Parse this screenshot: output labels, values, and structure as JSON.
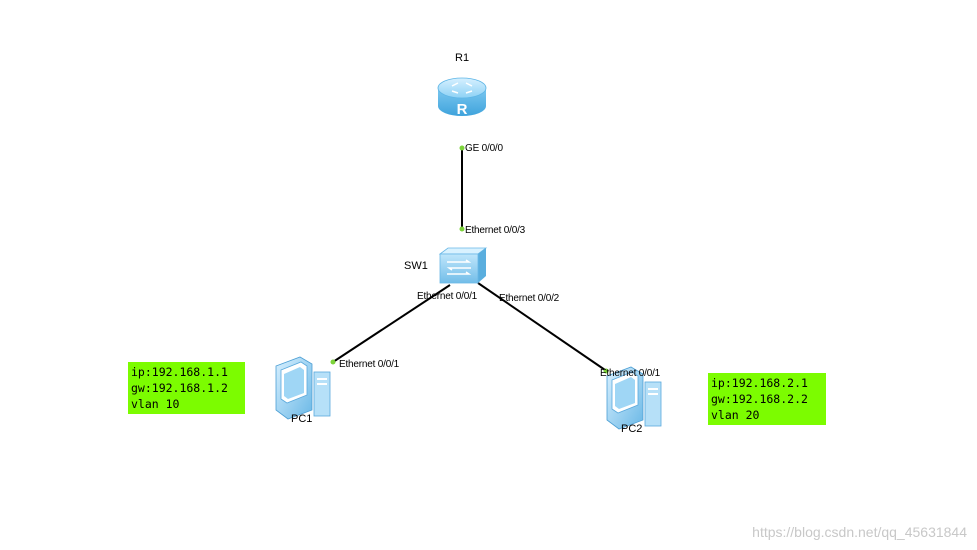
{
  "devices": {
    "r1": {
      "name": "R1",
      "icon": "router-icon"
    },
    "sw1": {
      "name": "SW1",
      "icon": "switch-icon"
    },
    "pc1": {
      "name": "PC1",
      "icon": "pc-icon"
    },
    "pc2": {
      "name": "PC2",
      "icon": "pc-icon"
    }
  },
  "ports": {
    "r1_ge000": "GE 0/0/0",
    "sw1_e003": "Ethernet 0/0/3",
    "sw1_e001": "Ethernet 0/0/1",
    "sw1_e002": "Ethernet 0/0/2",
    "pc1_e001": "Ethernet 0/0/1",
    "pc2_e001": "Ethernet 0/0/1"
  },
  "notes": {
    "pc1": [
      "ip:192.168.1.1",
      "gw:192.168.1.2",
      "vlan 10"
    ],
    "pc2": [
      "ip:192.168.2.1",
      "gw:192.168.2.2",
      "vlan 20"
    ]
  },
  "colors": {
    "link": "#000000",
    "port_dot": "#7cd33a",
    "note_bg": "#7cfc00",
    "device_blue": "#7cc8f0"
  },
  "watermark": "https://blog.csdn.net/qq_45631844"
}
